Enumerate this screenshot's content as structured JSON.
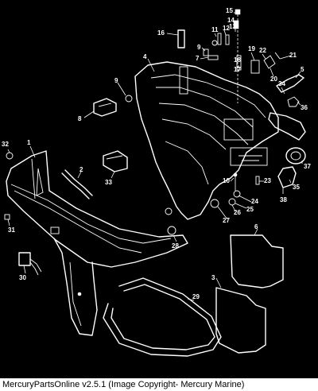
{
  "diagram": {
    "callouts": [
      "1",
      "2",
      "3",
      "4",
      "5",
      "6",
      "7",
      "8",
      "9",
      "9",
      "10",
      "11",
      "12",
      "13",
      "14",
      "15",
      "16",
      "17",
      "18",
      "19",
      "20",
      "21",
      "22",
      "23",
      "24",
      "25",
      "26",
      "27",
      "28",
      "29",
      "30",
      "31",
      "32",
      "33",
      "34",
      "35",
      "36",
      "37",
      "38"
    ]
  },
  "footer": {
    "caption": "MercuryPartsOnline v2.5.1 (Image Copyright- Mercury Marine)"
  }
}
